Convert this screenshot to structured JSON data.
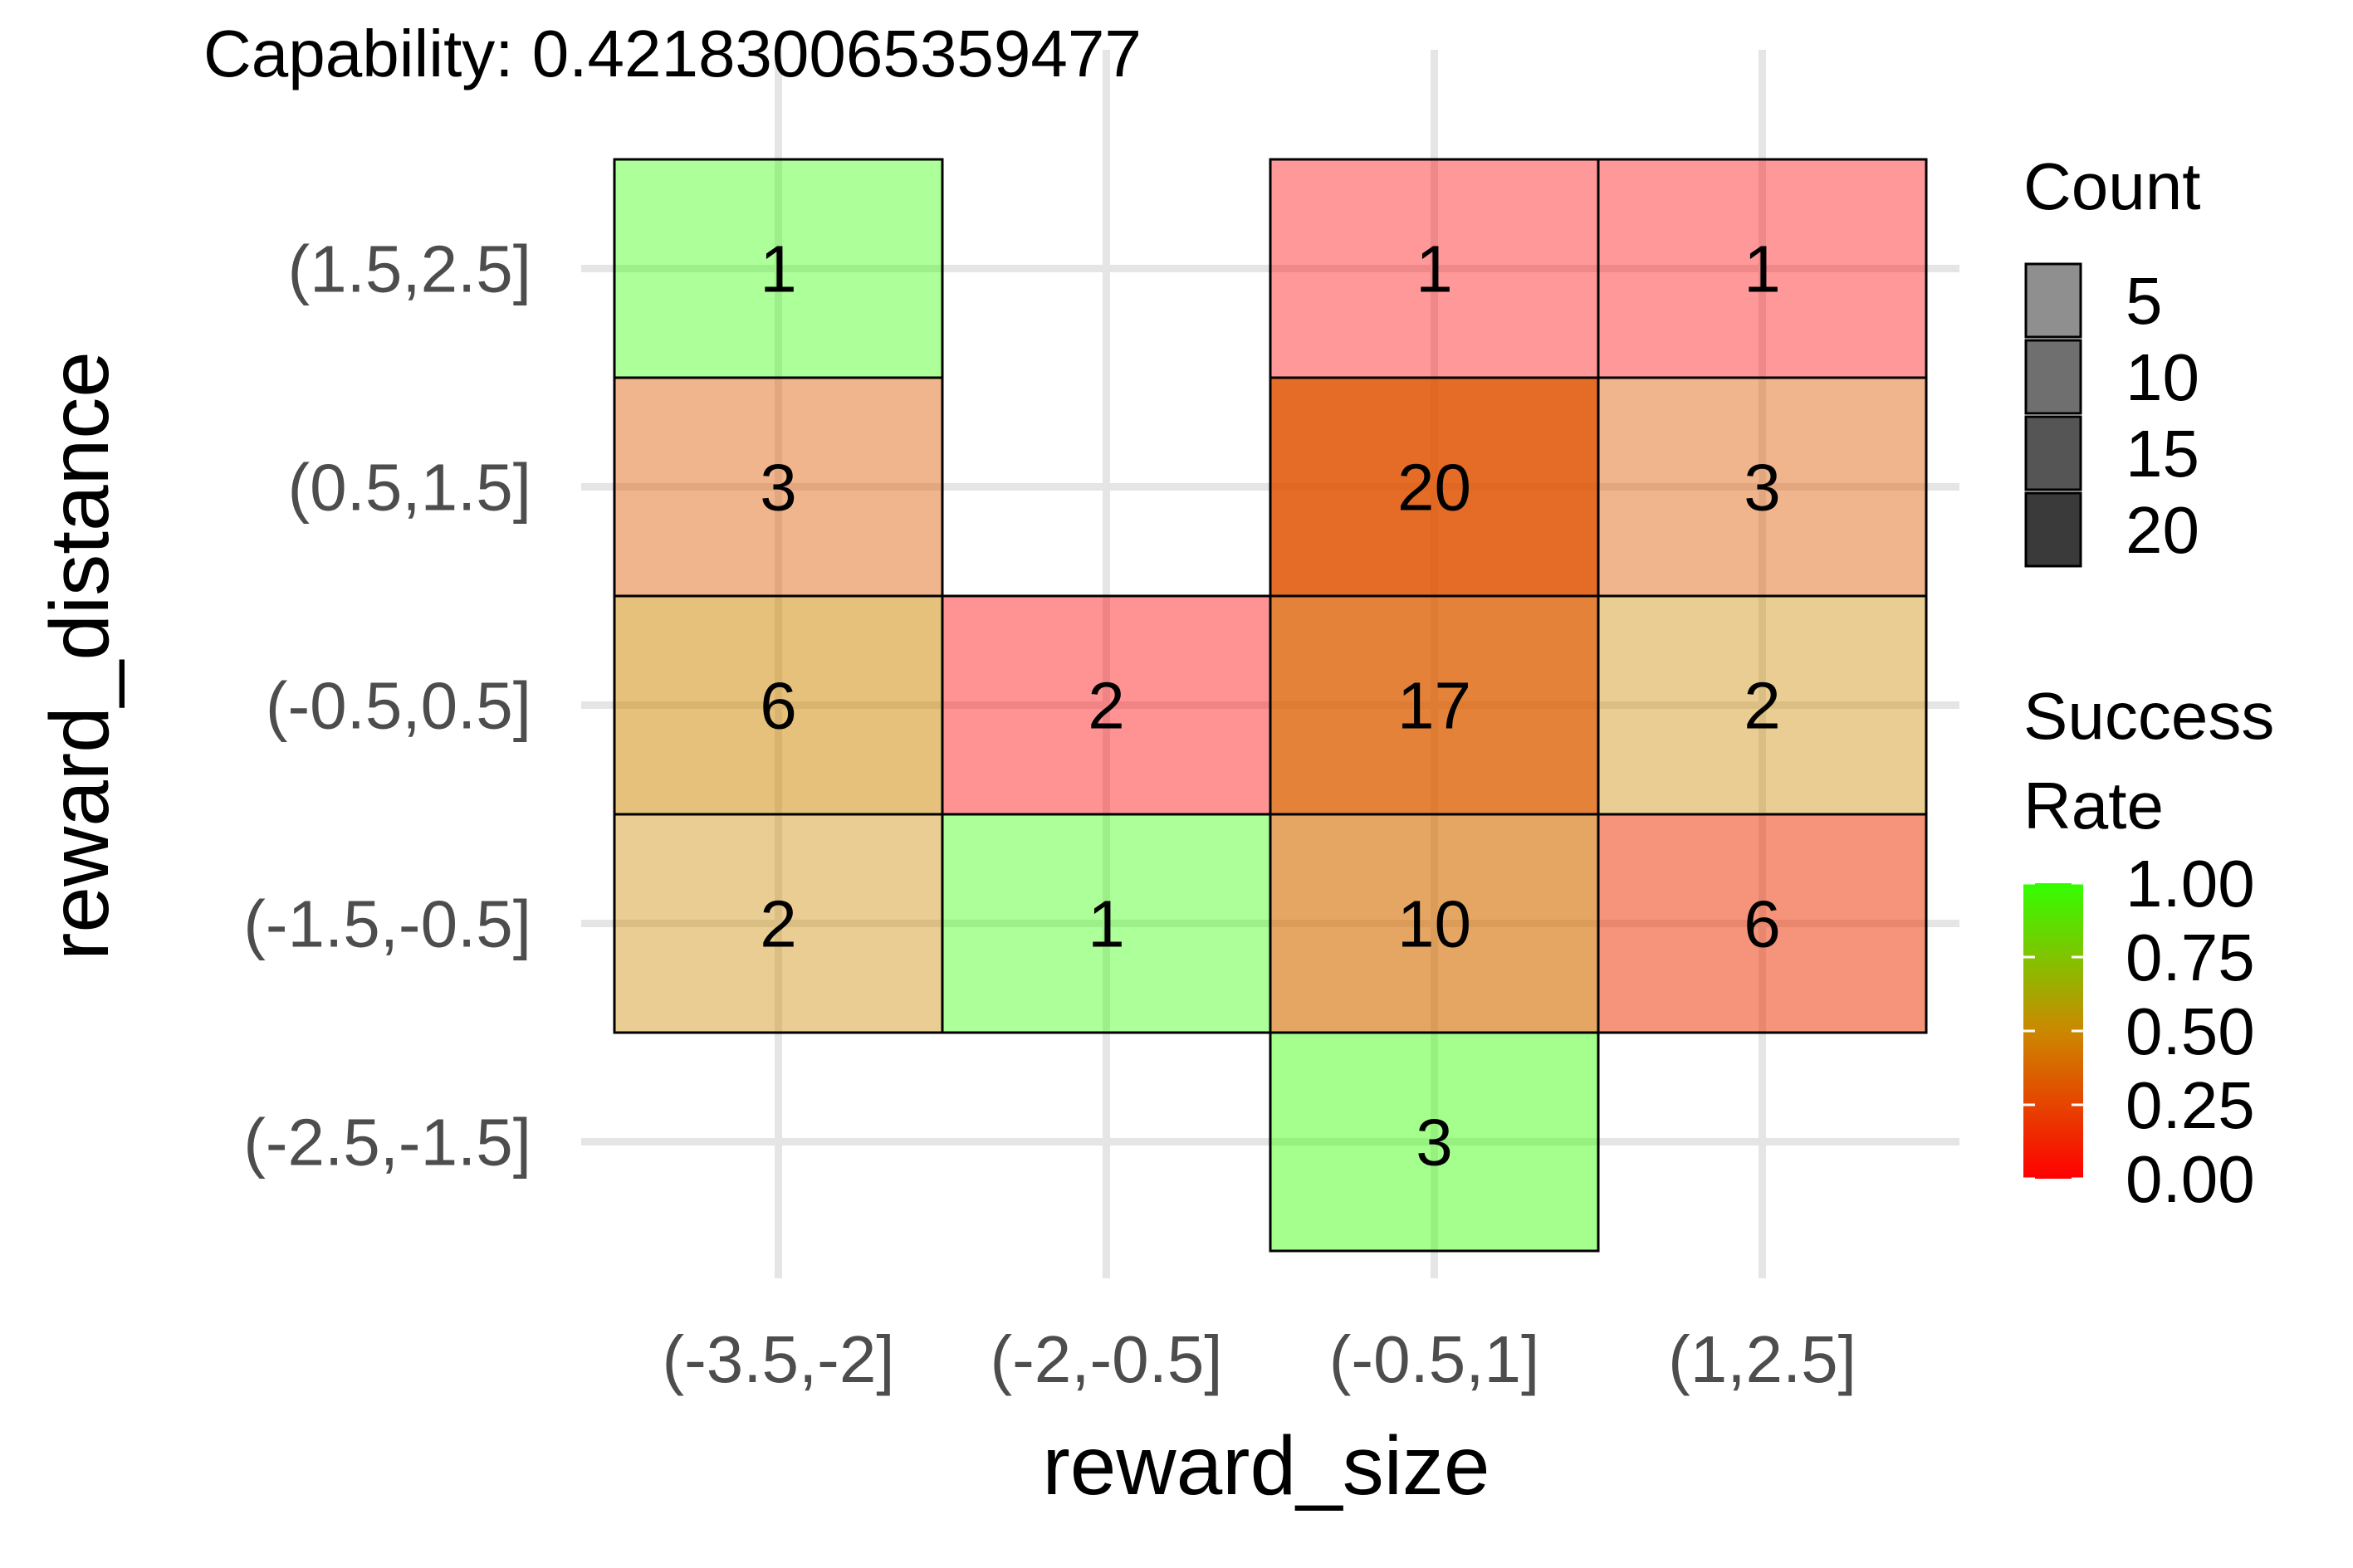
{
  "chart_data": {
    "type": "heatmap",
    "title": "Capability:  0.421830065359477",
    "xlabel": "reward_size",
    "ylabel": "reward_distance",
    "x_categories": [
      "(-3.5,-2]",
      "(-2,-0.5]",
      "(-0.5,1]",
      "(1,2.5]"
    ],
    "y_categories": [
      "(1.5,2.5]",
      "(0.5,1.5]",
      "(-0.5,0.5]",
      "(-1.5,-0.5]",
      "(-2.5,-1.5]"
    ],
    "cells": [
      {
        "x": "(-3.5,-2]",
        "y": "(1.5,2.5]",
        "count": 1,
        "success_rate": 1.0
      },
      {
        "x": "(-0.5,1]",
        "y": "(1.5,2.5]",
        "count": 1,
        "success_rate": 0.0
      },
      {
        "x": "(1,2.5]",
        "y": "(1.5,2.5]",
        "count": 1,
        "success_rate": 0.0
      },
      {
        "x": "(-3.5,-2]",
        "y": "(0.5,1.5]",
        "count": 3,
        "success_rate": 0.33
      },
      {
        "x": "(-0.5,1]",
        "y": "(0.5,1.5]",
        "count": 20,
        "success_rate": 0.3
      },
      {
        "x": "(1,2.5]",
        "y": "(0.5,1.5]",
        "count": 3,
        "success_rate": 0.33
      },
      {
        "x": "(-3.5,-2]",
        "y": "(-0.5,0.5]",
        "count": 6,
        "success_rate": 0.5
      },
      {
        "x": "(-2,-0.5]",
        "y": "(-0.5,0.5]",
        "count": 2,
        "success_rate": 0.0
      },
      {
        "x": "(-0.5,1]",
        "y": "(-0.5,0.5]",
        "count": 17,
        "success_rate": 0.35
      },
      {
        "x": "(1,2.5]",
        "y": "(-0.5,0.5]",
        "count": 2,
        "success_rate": 0.5
      },
      {
        "x": "(-3.5,-2]",
        "y": "(-1.5,-0.5]",
        "count": 2,
        "success_rate": 0.5
      },
      {
        "x": "(-2,-0.5]",
        "y": "(-1.5,-0.5]",
        "count": 1,
        "success_rate": 1.0
      },
      {
        "x": "(-0.5,1]",
        "y": "(-1.5,-0.5]",
        "count": 10,
        "success_rate": 0.4
      },
      {
        "x": "(1,2.5]",
        "y": "(-1.5,-0.5]",
        "count": 6,
        "success_rate": 0.17
      },
      {
        "x": "(-0.5,1]",
        "y": "(-2.5,-1.5]",
        "count": 3,
        "success_rate": 1.0
      }
    ],
    "legend_count": {
      "title": "Count",
      "breaks": [
        5,
        10,
        15,
        20
      ]
    },
    "legend_success": {
      "title_line1": "Success",
      "title_line2": "Rate",
      "breaks": [
        "1.00",
        "0.75",
        "0.50",
        "0.25",
        "0.00"
      ],
      "low_color": "#ff0000",
      "mid_color": "#cc8800",
      "high_color": "#33ff00"
    },
    "grid": true,
    "legend_position": "right"
  }
}
